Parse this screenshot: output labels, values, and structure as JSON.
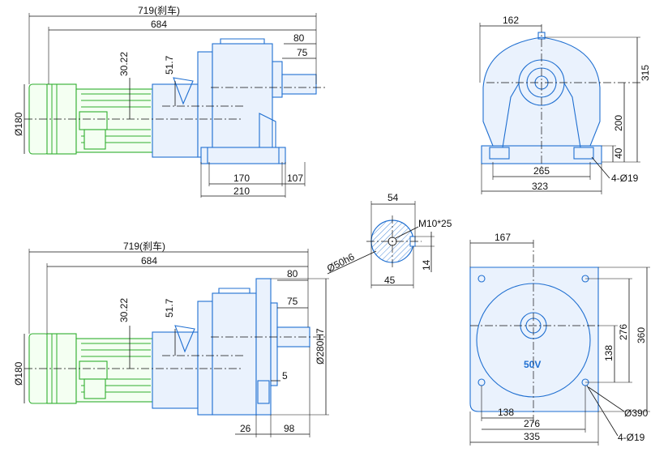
{
  "colors": {
    "gearbox": "#1f6fd1",
    "motor": "#2fae2f",
    "dimension_line": "#111111",
    "background": "#ffffff"
  },
  "side_view_top": {
    "overall_length_brake": "719(刹车)",
    "overall_length": "684",
    "shaft_offset_a": "80",
    "shaft_offset_b": "75",
    "motor_diameter": "Ø180",
    "center_height_motor": "30.22",
    "center_height_gearbox": "51.7",
    "base_length_a": "170",
    "base_length_b": "107",
    "base_length_c": "210"
  },
  "front_view_top": {
    "width_top": "162",
    "height_total": "315",
    "shaft_height": "200",
    "foot_height": "40",
    "foot_span": "265",
    "overall_width": "323",
    "holes": "4-Ø19"
  },
  "shaft_section": {
    "width": "54",
    "thread": "M10*25",
    "diameter": "Ø50h6",
    "key_width": "14",
    "key_depth": "45"
  },
  "side_view_bottom": {
    "overall_length_brake": "719(刹车)",
    "overall_length": "684",
    "shaft_offset_a": "80",
    "shaft_offset_b": "75",
    "motor_diameter": "Ø180",
    "center_height_motor": "30.22",
    "center_height_gearbox": "51.7",
    "spigot_diameter": "Ø280H7",
    "spigot_depth": "5",
    "flange_thickness": "26",
    "flange_length": "98"
  },
  "flange_view_bottom": {
    "half_width": "167",
    "bolt_pitch": "276",
    "flange_height": "360",
    "half_bolt": "138",
    "pcd": "Ø390",
    "half_base": "138",
    "base_pitch": "276",
    "overall_width": "335",
    "holes": "4-Ø19",
    "badge": "50V"
  }
}
